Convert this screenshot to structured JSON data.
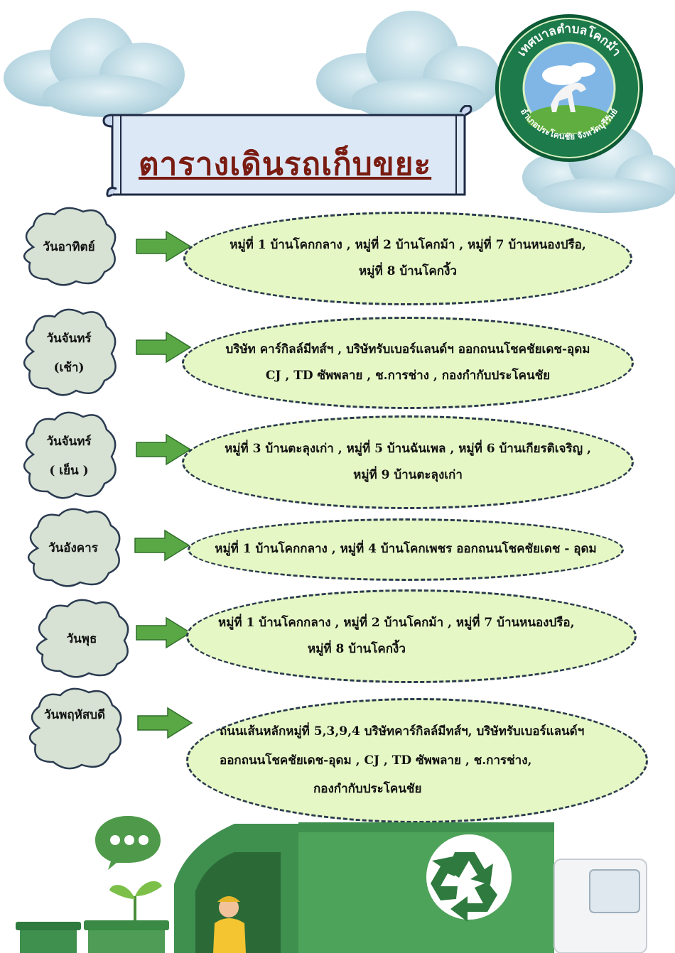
{
  "title": "ตารางเดินรถเก็บขยะ",
  "logo": {
    "text_top": "เทศบาลตำบลโคกม้า",
    "text_bottom": "อำเภอประโคนชัย จังหวัดบุรีรัมย์"
  },
  "schedule": [
    {
      "day": "วันอาทิตย์",
      "sub": "",
      "lines": [
        "หมู่ที่ 1 บ้านโคกกลาง , หมู่ที่ 2 บ้านโคกม้า , หมู่ที่ 7 บ้านหนองปรือ,",
        "หมู่ที่ 8 บ้านโคกงิ้ว"
      ]
    },
    {
      "day": "วันจันทร์",
      "sub": "(เช้า)",
      "lines": [
        "บริษัท คาร์กิลล์มีทส์ฯ , บริษัทรับเบอร์แลนด์ฯ ออกถนนโชคชัยเดช-อุดม",
        "CJ , TD ซัพพลาย , ช.การช่าง , กองกำกับประโคนชัย"
      ]
    },
    {
      "day": "วันจันทร์",
      "sub": "( เย็น )",
      "lines": [
        "หมู่ที่ 3 บ้านตะลุงเก่า , หมู่ที่ 5 บ้านฉันเพล , หมู่ที่ 6 บ้านเกียรติเจริญ ,",
        "หมู่ที่ 9 บ้านตะลุงเก่า"
      ]
    },
    {
      "day": "วันอังคาร",
      "sub": "",
      "lines": [
        "หมู่ที่ 1 บ้านโคกกลาง , หมู่ที่ 4 บ้านโคกเพชร ออกถนนโชคชัยเดช - อุดม"
      ]
    },
    {
      "day": "วันพุธ",
      "sub": "",
      "lines": [
        "หมู่ที่ 1 บ้านโคกกลาง , หมู่ที่ 2 บ้านโคกม้า , หมู่ที่ 7 บ้านหนองปรือ,",
        "หมู่ที่ 8 บ้านโคกงิ้ว"
      ]
    },
    {
      "day": "วันพฤหัสบดี",
      "sub": "",
      "lines": [
        "ถนนเส้นหลักหมู่ที่ 5,3,9,4 บริษัทคาร์กิลล์มีทส์ฯ, บริษัทรับเบอร์แลนด์ฯ",
        "ออกถนนโชคชัยเดช-อุดม , CJ , TD ซัพพลาย , ช.การช่าง,",
        "กองกำกับประโคนชัย"
      ]
    }
  ],
  "colors": {
    "pill_bg": "#e6f7c6",
    "arrow": "#5aa845",
    "title": "#7a1c12",
    "truck": "#3f8f4e"
  }
}
